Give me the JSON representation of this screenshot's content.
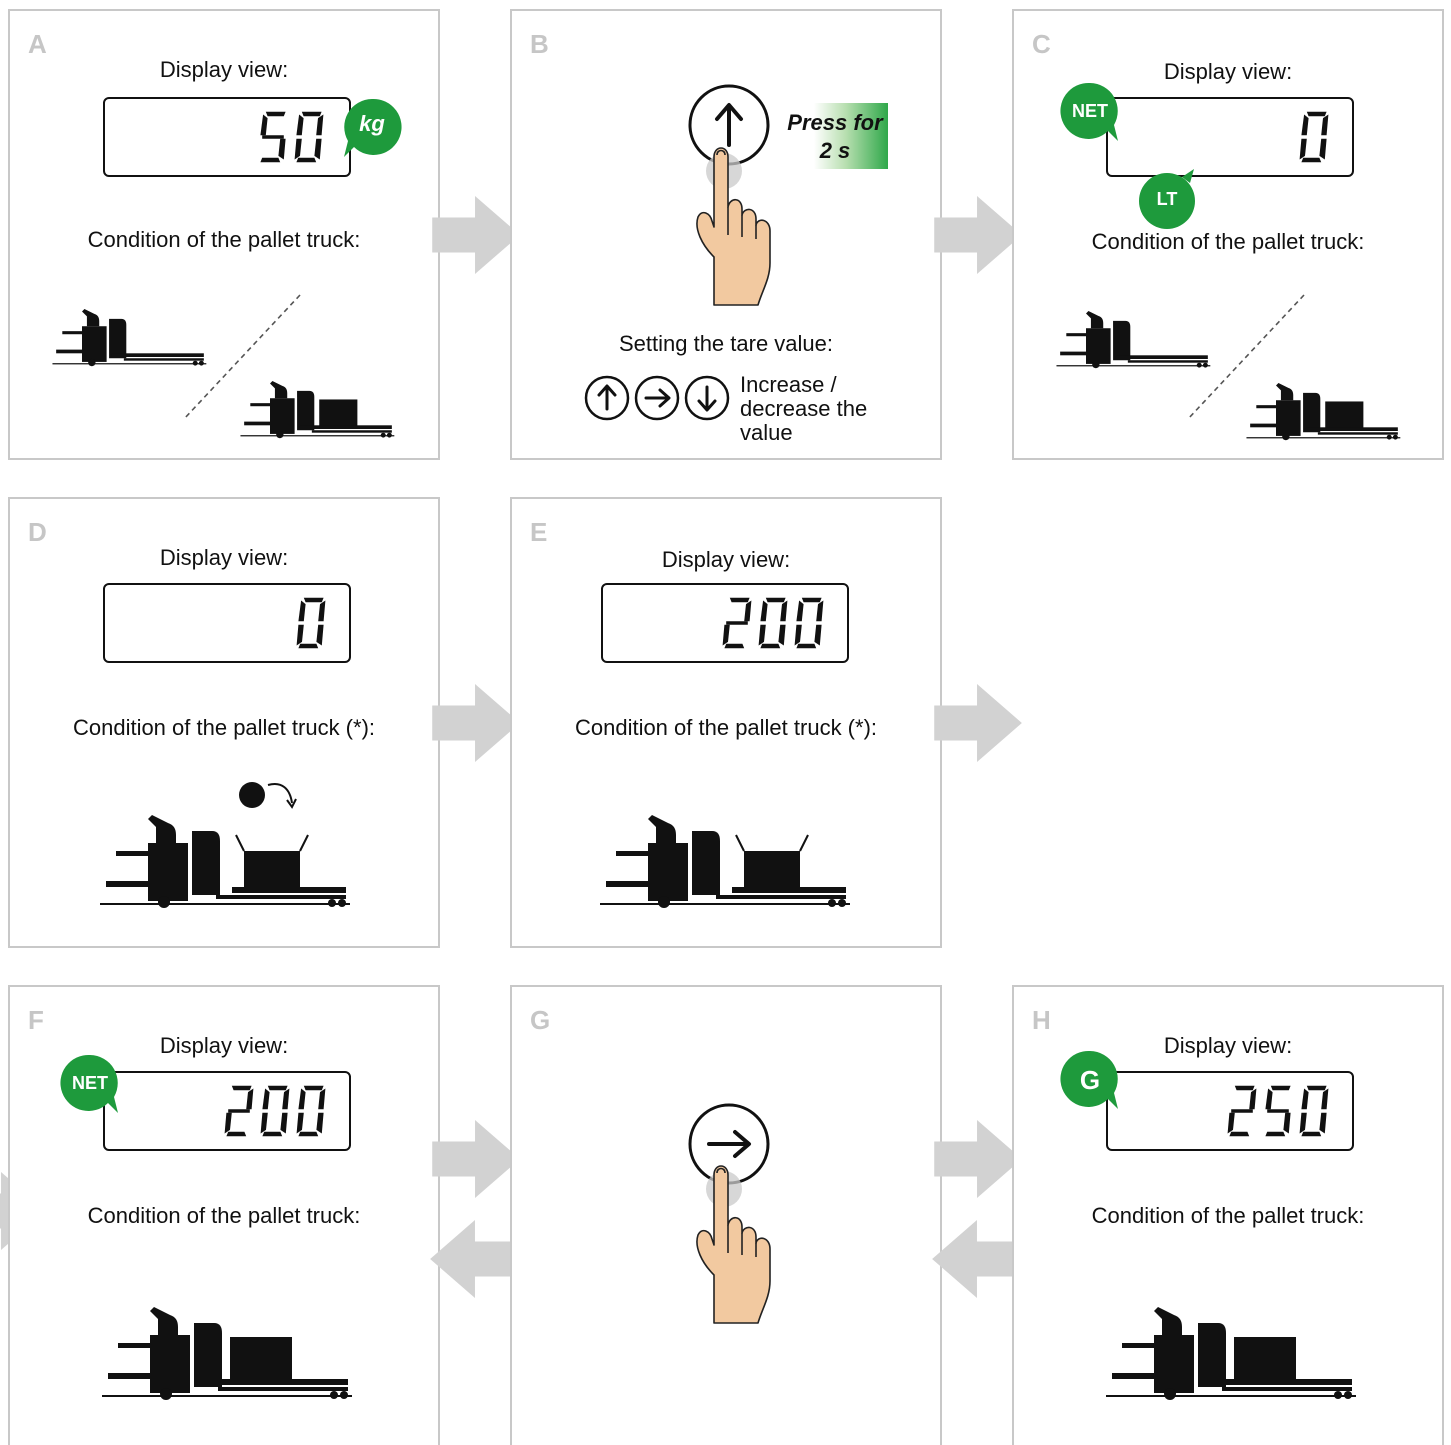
{
  "colors": {
    "accent": "#1e9a3c",
    "border": "#c8c8c8",
    "arrow": "#d2d2d2",
    "skin": "#f2c9a0"
  },
  "panels": {
    "a": {
      "letter": "A",
      "display_label": "Display view:",
      "display_value": "50",
      "unit_badge": "kg",
      "condition_label": "Condition of the pallet truck:"
    },
    "b": {
      "letter": "B",
      "press_line1": "Press for",
      "press_line2": "2 s",
      "tare_label": "Setting the tare value:",
      "inc_dec_line1": "Increase /",
      "inc_dec_line2": "decrease the",
      "inc_dec_line3": "value"
    },
    "c": {
      "letter": "C",
      "display_label": "Display view:",
      "display_value": "0",
      "net_badge": "NET",
      "lt_badge": "LT",
      "condition_label": "Condition of the pallet truck:"
    },
    "d": {
      "letter": "D",
      "display_label": "Display view:",
      "display_value": "0",
      "condition_label": "Condition of the pallet truck (*):"
    },
    "e": {
      "letter": "E",
      "display_label": "Display view:",
      "display_value": "200",
      "condition_label": "Condition of the pallet truck (*):"
    },
    "f": {
      "letter": "F",
      "display_label": "Display view:",
      "display_value": "200",
      "net_badge": "NET",
      "condition_label": "Condition of the pallet truck:"
    },
    "g": {
      "letter": "G"
    },
    "h": {
      "letter": "H",
      "display_label": "Display view:",
      "display_value": "250",
      "g_badge": "G",
      "condition_label": "Condition of the pallet truck:"
    }
  },
  "icons": [
    "up-arrow-button-icon",
    "right-arrow-button-icon",
    "down-arrow-button-icon",
    "finger-press-icon",
    "pallet-truck-icon",
    "flow-arrow-icon",
    "speech-badge-icon"
  ]
}
